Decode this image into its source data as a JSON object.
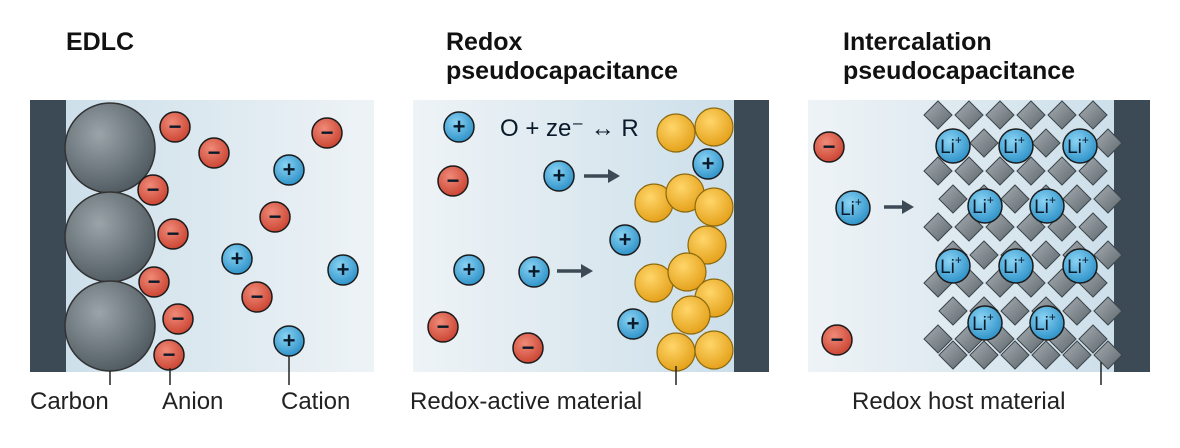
{
  "panels": {
    "edlc": {
      "title": "EDLC",
      "captions": {
        "carbon": "Carbon",
        "anion": "Anion",
        "cation": "Cation"
      }
    },
    "redox": {
      "title": "Redox\npseudocapacitance",
      "equation": "O + ze⁻ ↔ R",
      "caption": "Redox-active material"
    },
    "intercalation": {
      "title": "Intercalation\npseudocapacitance",
      "ion_label": "Li",
      "ion_charge": "+",
      "caption": "Redox host material"
    }
  },
  "symbols": {
    "anion": "−",
    "cation": "+"
  },
  "colors": {
    "electrode": "#3b4a54",
    "anion": "#e0614f",
    "cation": "#3aa9e0",
    "redox_particle": "#f5b731",
    "carbon_particle": "#6e7a80",
    "host_diamond": "#7a8288",
    "electrolyte": "#dfeaf1"
  }
}
